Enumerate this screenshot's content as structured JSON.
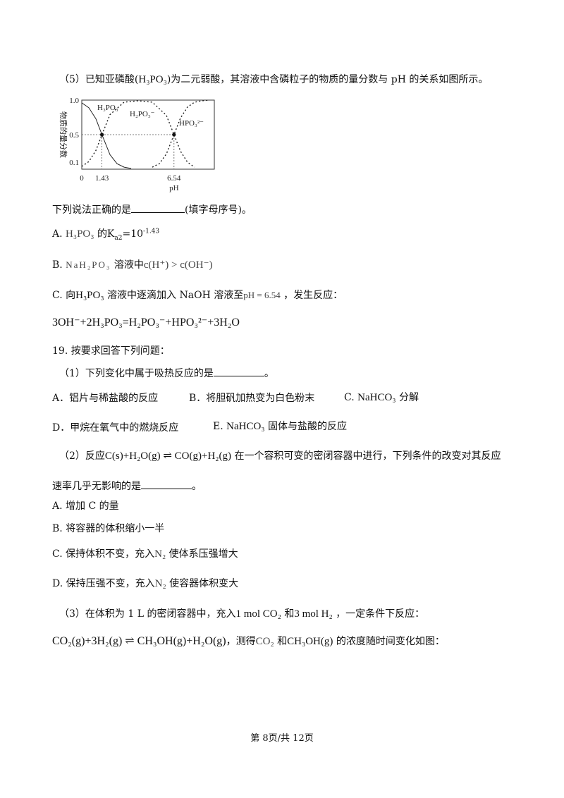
{
  "q5": {
    "intro_a": "（5）已知亚磷酸(",
    "intro_formula": "H₃PO₃",
    "intro_b": ")为二元弱酸，其溶液中含磷粒子的物质的量分数与 pH 的关系如图所示。",
    "question": "下列说法正确的是",
    "question_tail": "(填字母序号)。",
    "options": {
      "A_label": "A.",
      "A_formula": "H₃PO₃",
      "A_text": "的K",
      "A_sub": "a2",
      "A_val": "=10",
      "A_exp": "-1.43",
      "B_label": "B.",
      "B_formula": "NaH₂PO₃",
      "B_text": "溶液中",
      "B_expr": "c(H⁺) > c(OH⁻)",
      "C_label": "C. 向",
      "C_formula": "H₃PO₃",
      "C_text": "溶液中逐滴加入 NaOH 溶液至",
      "C_ph": "pH = 6.54",
      "C_tail": "，发生反应："
    },
    "equation": "3OH⁻+2H₃PO₃=H₂PO₃⁻+HPO₃²⁻+3H₂O"
  },
  "chart_data": {
    "type": "line",
    "ylabel": "物质的量分数",
    "xlabel": "pH",
    "x_tick_labels": [
      "0",
      "1.43",
      "6.54"
    ],
    "y_tick_labels": [
      "1.0",
      "0.5",
      "0.1"
    ],
    "ylim": [
      0,
      1
    ],
    "pka1": 1.43,
    "pka2": 6.54,
    "series": [
      {
        "name": "H₃PO₃",
        "style": "solid",
        "x": [
          0,
          0.5,
          1.0,
          1.43,
          2.0,
          2.5,
          3.0,
          3.5
        ],
        "values": [
          0.96,
          0.89,
          0.73,
          0.5,
          0.21,
          0.08,
          0.03,
          0.01
        ]
      },
      {
        "name": "H₂PO₃⁻",
        "style": "dashed",
        "x": [
          0,
          0.5,
          1.0,
          1.43,
          2.0,
          3.0,
          4.0,
          5.0,
          6.0,
          6.54,
          7.0,
          7.5,
          8.0
        ],
        "values": [
          0.04,
          0.11,
          0.27,
          0.5,
          0.79,
          0.97,
          0.99,
          0.97,
          0.78,
          0.5,
          0.26,
          0.1,
          0.03
        ]
      },
      {
        "name": "HPO₃²⁻",
        "style": "dashed",
        "x": [
          5.0,
          5.5,
          6.0,
          6.54,
          7.0,
          7.5,
          8.0,
          8.5,
          9.0
        ],
        "values": [
          0.03,
          0.08,
          0.22,
          0.5,
          0.74,
          0.9,
          0.97,
          0.99,
          1.0
        ]
      }
    ],
    "points": [
      {
        "x": 1.43,
        "y": 0.5
      },
      {
        "x": 6.54,
        "y": 0.5
      }
    ]
  },
  "q19": {
    "title": "19. 按要求回答下列问题：",
    "p1": {
      "stem": "（1）下列变化中属于吸热反应的是",
      "stem_tail": "。",
      "A": "A．铝片与稀盐酸的反应",
      "B": "B．将胆矾加热变为白色粉末",
      "C_label": "C.",
      "C_formula": "NaHCO₃",
      "C_text": "分解",
      "D": "D．甲烷在氧气中的燃烧反应",
      "E_label": "E.",
      "E_formula": "NaHCO₃",
      "E_text": "固体与盐酸的反应"
    },
    "p2": {
      "stem_a": "（2）反应",
      "equation": "C(s)+H₂O(g) ⇌ CO(g)+H₂(g)",
      "stem_b": "在一个容积可变的密闭容器中进行，下列条件的改变对其反应",
      "stem_c": "速率几乎无影响的是",
      "stem_tail": "。",
      "A": "A. 增加  C 的量",
      "B": "B. 将容器的体积缩小一半",
      "C_a": "C. 保持体积不变，充入",
      "C_formula": "N₂",
      "C_b": "使体系压强增大",
      "D_a": "D. 保持压强不变，充入",
      "D_formula": "N₂",
      "D_b": "使容器体积变大"
    },
    "p3": {
      "stem_a": "（3）在体积为  1 L 的密闭容器中，充入",
      "co2_amt": "1 mol CO₂",
      "and1": "和",
      "h2_amt": "3 mol H₂",
      "stem_b": "，一定条件下反应：",
      "equation": "CO₂(g)+3H₂(g) ⇌ CH₃OH(g)+H₂O(g)",
      "mid": "，测得",
      "sp1": "CO₂",
      "and2": "和",
      "sp2": "CH₃OH(g)",
      "tail": "的浓度随时间变化如图："
    }
  },
  "footer": "第 8页/共 12页"
}
